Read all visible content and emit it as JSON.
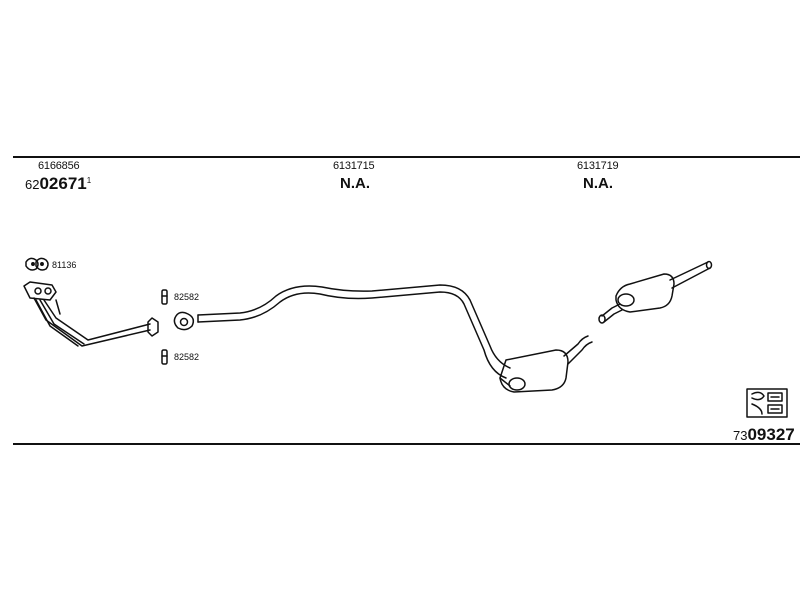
{
  "part_numbers": {
    "front": "6166856",
    "middle": "6131715",
    "rear": "6131719"
  },
  "kit_number": {
    "prefix": "62",
    "main": "02671",
    "suffix": "1"
  },
  "availability": {
    "middle": "N.A.",
    "rear": "N.A."
  },
  "gasket_label": "81136",
  "clamp_label_top": "82582",
  "clamp_label_bottom": "82582",
  "set_number": {
    "prefix": "73",
    "main": "09327"
  },
  "icons": {
    "gasket": "gasket-icon",
    "clamp": "clamp-icon",
    "info": "fitting-info-icon"
  }
}
